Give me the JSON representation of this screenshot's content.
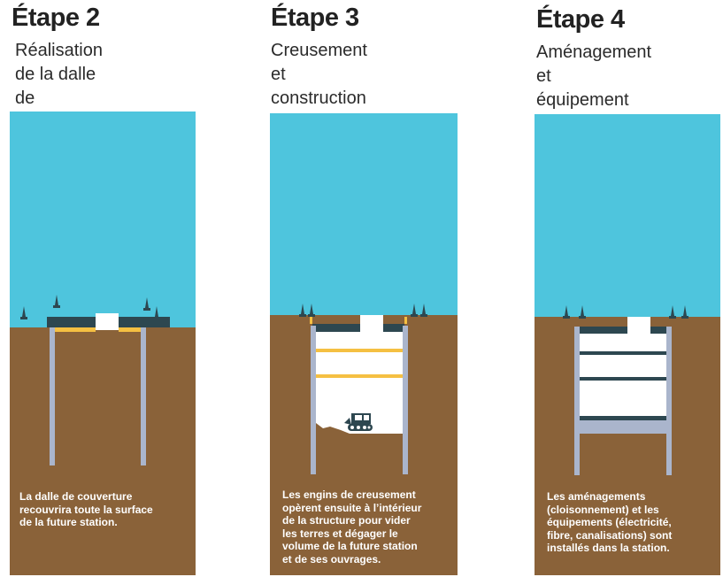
{
  "colors": {
    "sky": "#4ec5dd",
    "ground": "#8a6239",
    "pillar": "#aab5cc",
    "slab": "#2d4750",
    "beam_yellow": "#f5c042",
    "interior": "#ffffff",
    "text_dark": "#222222"
  },
  "stages": [
    {
      "title": "Étape 2",
      "subtitle": "Réalisation de la dalle\nde couverture",
      "caption": "La dalle de couverture\nrecouvrira toute la surface\nde la future station."
    },
    {
      "title": "Étape 3",
      "subtitle": "Creusement et\nconstruction de la future\nstation",
      "caption": "Les engins de creusement\nopèrent ensuite à l’intérieur\nde la structure pour vider\nles terres et dégager le\nvolume de la future station\net de ses ouvrages."
    },
    {
      "title": "Étape 4",
      "subtitle": "Aménagement et\néquipement de la\nfuture station",
      "caption": "Les aménagements\n(cloisonnement) et les\néquipements (électricité,\nfibre, canalisations) sont\ninstallés dans la station."
    }
  ]
}
